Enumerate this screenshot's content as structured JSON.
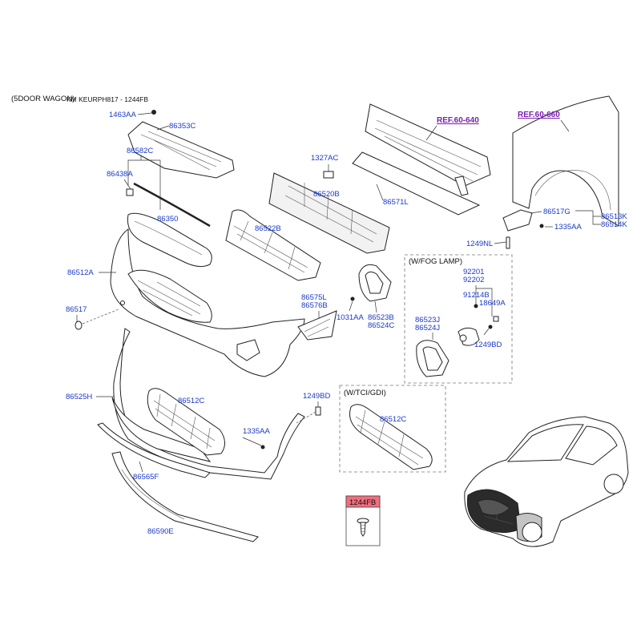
{
  "header": {
    "model": "(5DOOR WAGON)",
    "vin": "KM KEURPH817 - 1244FB"
  },
  "refs": {
    "ref1": "REF.60-640",
    "ref2": "REF.60-660"
  },
  "parts": {
    "p1463AA": "1463AA",
    "p86353C": "86353C",
    "p86582C": "86582C",
    "p86438A": "86438A",
    "p86350": "86350",
    "p86512A": "86512A",
    "p86517": "86517",
    "p1327AC": "1327AC",
    "p86520B": "86520B",
    "p86571L": "86571L",
    "p86522B": "86522B",
    "p86575L": "86575L",
    "p86576B": "86576B",
    "p1031AA": "1031AA",
    "p86523B": "86523B",
    "p86524C": "86524C",
    "p86517G": "86517G",
    "p86513K": "86513K",
    "p86514K": "86514K",
    "p1335AA_r": "1335AA",
    "p1249NL": "1249NL",
    "p92201": "92201",
    "p92202": "92202",
    "p91214B": "91214B",
    "p18649A": "18649A",
    "p86523J": "86523J",
    "p86524J": "86524J",
    "p1249BD_fog": "1249BD",
    "p86525H": "86525H",
    "p86512C": "86512C",
    "p1249BD": "1249BD",
    "p1335AA": "1335AA",
    "p86565F": "86565F",
    "p86590E": "86590E",
    "p86512C_tci": "86512C",
    "p1244FB": "1244FB"
  },
  "boxes": {
    "fog": "(W/FOG LAMP)",
    "tci": "(W/TCI/GDI)"
  },
  "colors": {
    "label": "#1a39c8",
    "ref": "#7a1fb0",
    "highlight": "#f26d7d"
  }
}
